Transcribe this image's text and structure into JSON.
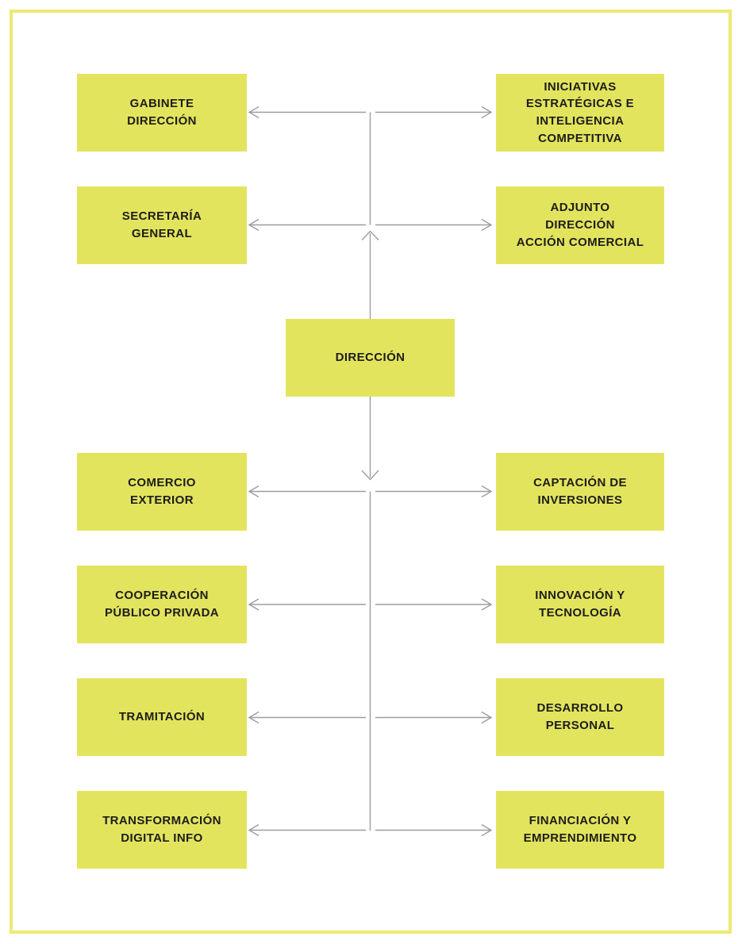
{
  "colors": {
    "background": "#ffffff",
    "frame_border": "#edea71",
    "box_fill": "#e3e45e",
    "label_text": "#1d1d1b",
    "connector": "#9d9d9d"
  },
  "org_chart": {
    "center": {
      "label": "DIRECCIÓN"
    },
    "left_branches": [
      {
        "label": "GABINETE\nDIRECCIÓN"
      },
      {
        "label": "SECRETARÍA\nGENERAL"
      },
      {
        "label": "COMERCIO\nEXTERIOR"
      },
      {
        "label": "COOPERACIÓN\nPÚBLICO PRIVADA"
      },
      {
        "label": "TRAMITACIÓN"
      },
      {
        "label": "TRANSFORMACIÓN\nDIGITAL INFO"
      }
    ],
    "right_branches": [
      {
        "label": "INICIATIVAS\nESTRATÉGICAS E\nINTELIGENCIA\nCOMPETITIVA"
      },
      {
        "label": "ADJUNTO\nDIRECCIÓN\nACCIÓN COMERCIAL"
      },
      {
        "label": "CAPTACIÓN DE\nINVERSIONES"
      },
      {
        "label": "INNOVACIÓN Y\nTECNOLOGÍA"
      },
      {
        "label": "DESARROLLO\nPERSONAL"
      },
      {
        "label": "FINANCIACIÓN Y\nEMPRENDIMIENTO"
      }
    ]
  }
}
